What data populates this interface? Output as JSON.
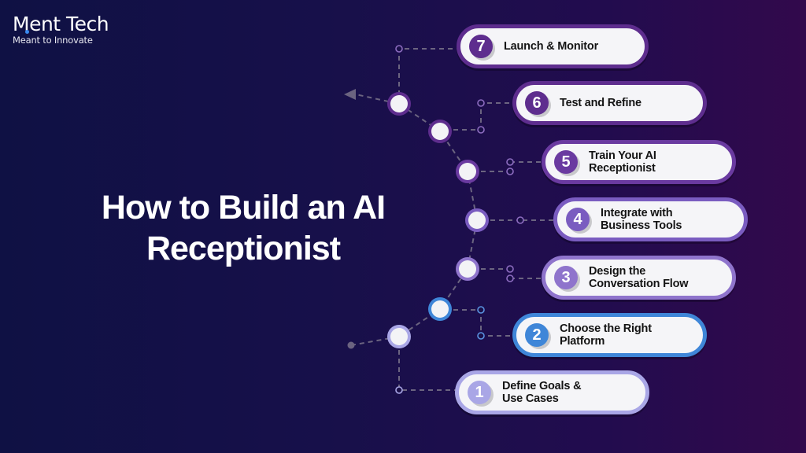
{
  "brand": {
    "name": "Ment Tech",
    "tagline": "Meant to Innovate",
    "dot_color": "#3a8bf0"
  },
  "title": {
    "line1": "How to Build an AI",
    "line2": "Receptionist"
  },
  "colors": {
    "bg_left": "#0f1144",
    "bg_right": "#32094c",
    "purple_dark": "#5e2d8e",
    "purple_mid": "#7a5cc0",
    "purple_light": "#a9a6e6",
    "blue": "#3f86d8",
    "connector": "#6b6480"
  },
  "steps": [
    {
      "number": "1",
      "label_line1": "Define Goals &",
      "label_line2": "Use Cases"
    },
    {
      "number": "2",
      "label_line1": "Choose the Right",
      "label_line2": "Platform"
    },
    {
      "number": "3",
      "label_line1": "Design the",
      "label_line2": "Conversation Flow"
    },
    {
      "number": "4",
      "label_line1": "Integrate with",
      "label_line2": "Business Tools"
    },
    {
      "number": "5",
      "label_line1": "Train Your AI",
      "label_line2": "Receptionist"
    },
    {
      "number": "6",
      "label_line1": "Test and Refine",
      "label_line2": ""
    },
    {
      "number": "7",
      "label_line1": "Launch & Monitor",
      "label_line2": ""
    }
  ]
}
